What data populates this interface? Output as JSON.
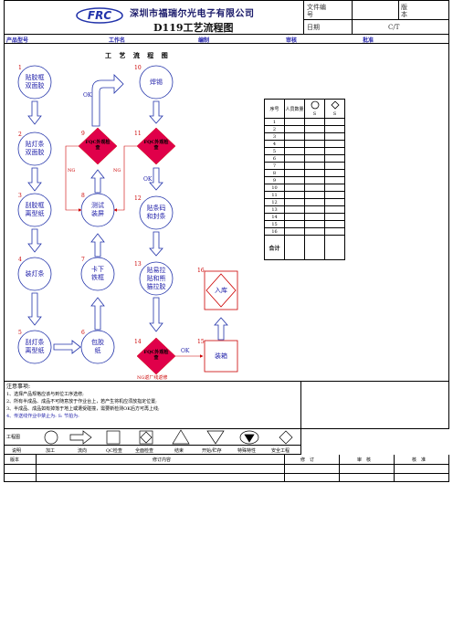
{
  "header": {
    "logo_text": "FRC",
    "company": "深圳市福瑞尔光电子有限公司",
    "title": "D119工艺流程图",
    "doc_no_label": "文件编号",
    "version_label": "版本",
    "date_label": "日期",
    "ct_label": "C/T"
  },
  "bar": {
    "product_no": "产品型号",
    "work_order": "工作名",
    "prepared": "编制",
    "reviewed": "审核",
    "approved": "批准"
  },
  "chart_title": "工 艺 流 程 图",
  "nodes": [
    {
      "num": "1",
      "label": "贴胶框双面胶"
    },
    {
      "num": "2",
      "label": "贴灯条双面胶"
    },
    {
      "num": "3",
      "label": "刮胶框离型纸"
    },
    {
      "num": "4",
      "label": "装灯条"
    },
    {
      "num": "5",
      "label": "刮灯条离型纸"
    },
    {
      "num": "6",
      "label": "包胶纸"
    },
    {
      "num": "7",
      "label": "卡下铁框"
    },
    {
      "num": "8",
      "label": "测试装屏"
    },
    {
      "num": "9",
      "label": "FQC外观检查"
    },
    {
      "num": "10",
      "label": "焊锡"
    },
    {
      "num": "11",
      "label": "FQC外观检查"
    },
    {
      "num": "12",
      "label": "贴条码和封条"
    },
    {
      "num": "13",
      "label": "贴易拉贴和熊猫拉胶"
    },
    {
      "num": "14",
      "label": "FQC外观检查"
    },
    {
      "num": "15",
      "label": "装箱"
    },
    {
      "num": "16",
      "label": "入库"
    }
  ],
  "flow_tags": {
    "ok": "OK",
    "ng": "NG",
    "ng_rework": "NG返厂线返修"
  },
  "stats_table": {
    "col_seq": "序号",
    "col_people": "人员数量",
    "col_s": "S",
    "rows": [
      "1",
      "2",
      "3",
      "4",
      "5",
      "6",
      "7",
      "8",
      "9",
      "10",
      "11",
      "12",
      "13",
      "14",
      "15",
      "16"
    ],
    "total": "合计"
  },
  "notes": {
    "title": "注意事项:",
    "lines": [
      "1、选择产品规格应该与到位工序选修;",
      "2、所有半成品、成品不可随意放于作业台上，若产生将机应须放指定位置;",
      "3、半成品、成品如有掉落于地上或遭受碰撞，需要新检测OK后方可再上线;",
      "4、传送线作业中禁止为: S: 节拍为:"
    ]
  },
  "legend": {
    "label": "工程图",
    "items": [
      "说明",
      "加工",
      "流向",
      "QC检查",
      "全面检查",
      "结束",
      "开始/贮存",
      "特殊特性",
      "安全工程"
    ]
  },
  "revision": {
    "version": "版本",
    "content": "修订内容",
    "revise": "修　订",
    "review": "审　核",
    "approve": "核　准"
  }
}
